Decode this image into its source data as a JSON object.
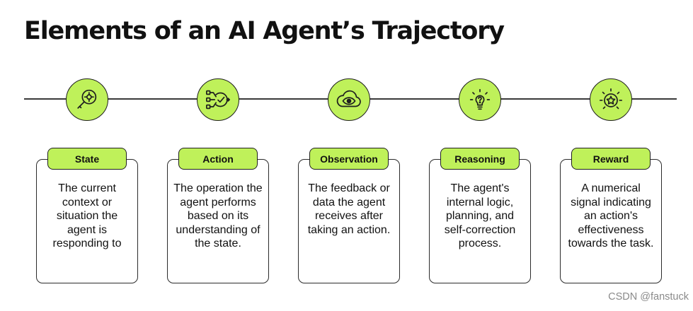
{
  "title": "Elements of an AI Agent’s Trajectory",
  "colors": {
    "accent": "#bff15a",
    "outline": "#1f1f1f",
    "text": "#111111"
  },
  "steps": [
    {
      "label": "State",
      "icon": "magnifier-target-icon",
      "description": "The current context or situation the agent is responding to"
    },
    {
      "label": "Action",
      "icon": "process-flow-icon",
      "description": "The operation the agent performs based on its understanding of the state."
    },
    {
      "label": "Observation",
      "icon": "cloud-eye-icon",
      "description": "The feedback or data the agent receives after taking an action."
    },
    {
      "label": "Reasoning",
      "icon": "lightbulb-question-icon",
      "description": "The agent's internal logic, planning, and self-correction process."
    },
    {
      "label": "Reward",
      "icon": "star-burst-icon",
      "description": "A numerical signal indicating an action's effectiveness towards the task."
    }
  ],
  "watermark": "CSDN @fanstuck"
}
